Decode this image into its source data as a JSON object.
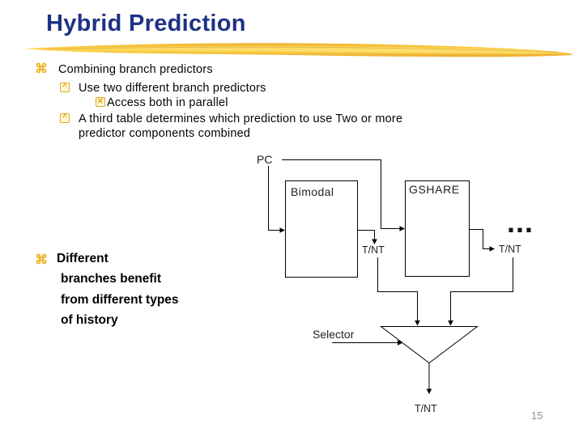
{
  "slide": {
    "title": "Hybrid Prediction",
    "page_number": "15",
    "bullets": [
      {
        "level": 1,
        "glyph": "⌘",
        "text": "Combining branch predictors"
      },
      {
        "level": 2,
        "glyph": "^",
        "text": "Use two different branch predictors"
      },
      {
        "level": 3,
        "glyph": "✕",
        "text": "Access both in parallel"
      },
      {
        "level": 2,
        "glyph": "^",
        "lines": [
          "A third table determines which prediction to use Two or more",
          "predictor components combined"
        ]
      }
    ],
    "side_note": {
      "glyph": "⌘",
      "lines": [
        "Different",
        "branches benefit",
        "from different types",
        "of history"
      ]
    },
    "diagram": {
      "pc_label": "PC",
      "bimodal_label": "Bimodal",
      "gshare_label": "GSHARE",
      "ellipsis": "...",
      "tnt_left": "T/NT",
      "tnt_right": "T/NT",
      "selector_label": "Selector",
      "tnt_bottom": "T/NT"
    },
    "colors": {
      "title_navy": "#1f3285",
      "bullet_gold": "#edb31e",
      "bullet_box_border": "#dfa81e",
      "bullet_box_fill": "#fff8d6",
      "brush_gold": "#f3c13a",
      "body_text": "#050505",
      "diagram_text": "#1f1f1f",
      "page_number_gray": "#8f8f8f"
    }
  }
}
